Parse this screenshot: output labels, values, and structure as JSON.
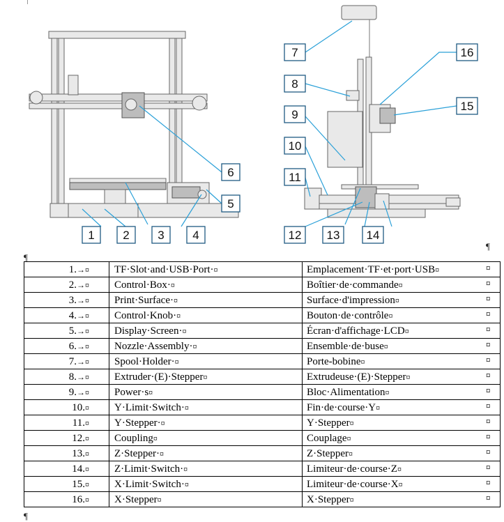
{
  "figure": {
    "callouts": [
      "1",
      "2",
      "3",
      "4",
      "5",
      "6",
      "7",
      "8",
      "9",
      "10",
      "11",
      "12",
      "13",
      "14",
      "15",
      "16"
    ]
  },
  "marks": {
    "pilcrow": "¶",
    "cell": "¤",
    "tab": "→"
  },
  "parts": [
    {
      "num": "1.",
      "en": "TF·Slot·and·USB·Port·",
      "fr": "Emplacement·TF·et·port·USB"
    },
    {
      "num": "2.",
      "en": "Control·Box·",
      "fr": "Boîtier·de·commande"
    },
    {
      "num": "3.",
      "en": "Print·Surface·",
      "fr": "Surface·d'impression"
    },
    {
      "num": "4.",
      "en": "Control·Knob·",
      "fr": "Bouton·de·contrôle"
    },
    {
      "num": "5.",
      "en": "Display·Screen·",
      "fr": "Écran·d'affichage·LCD"
    },
    {
      "num": "6.",
      "en": "Nozzle·Assembly·",
      "fr": "Ensemble·de·buse"
    },
    {
      "num": "7.",
      "en": "Spool·Holder·",
      "fr": "Porte-bobine"
    },
    {
      "num": "8.",
      "en": "Extruder·(E)·Stepper",
      "fr": "Extrudeuse·(E)·Stepper"
    },
    {
      "num": "9.",
      "en": "Power·s",
      "fr": "Bloc·Alimentation"
    },
    {
      "num": "10.",
      "en": "Y·Limit·Switch·",
      "fr": "Fin·de·course·Y"
    },
    {
      "num": "11.",
      "en": "Y·Stepper·",
      "fr": "Y·Stepper"
    },
    {
      "num": "12.",
      "en": "Coupling",
      "fr": "Couplage"
    },
    {
      "num": "13.",
      "en": "Z·Stepper·",
      "fr": "Z·Stepper"
    },
    {
      "num": "14.",
      "en": "Z·Limit·Switch·",
      "fr": "Limiteur·de·course·Z"
    },
    {
      "num": "15.",
      "en": "X·Limit·Switch·",
      "fr": "Limiteur·de·course·X"
    },
    {
      "num": "16.",
      "en": "X·Stepper",
      "fr": "X·Stepper"
    }
  ]
}
